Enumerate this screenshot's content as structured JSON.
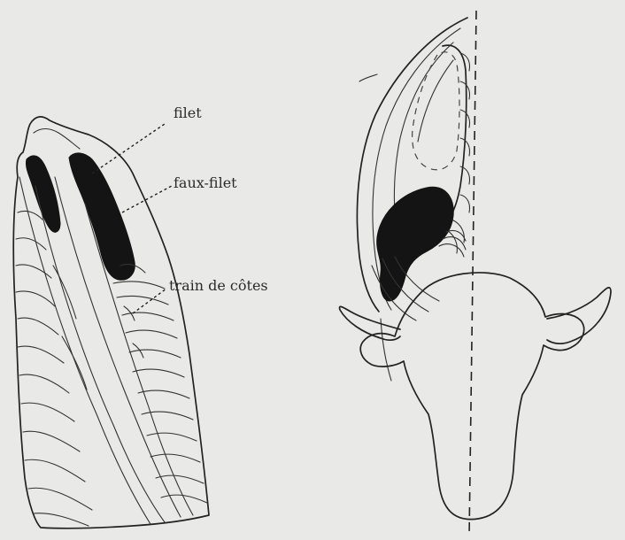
{
  "labels": {
    "filet": "filet",
    "faux_filet": "faux-filet",
    "train_de_cotes": "train de côtes"
  },
  "colors": {
    "background": "#e9e9e7",
    "ink": "#222222",
    "muscle_fill": "#141414"
  }
}
